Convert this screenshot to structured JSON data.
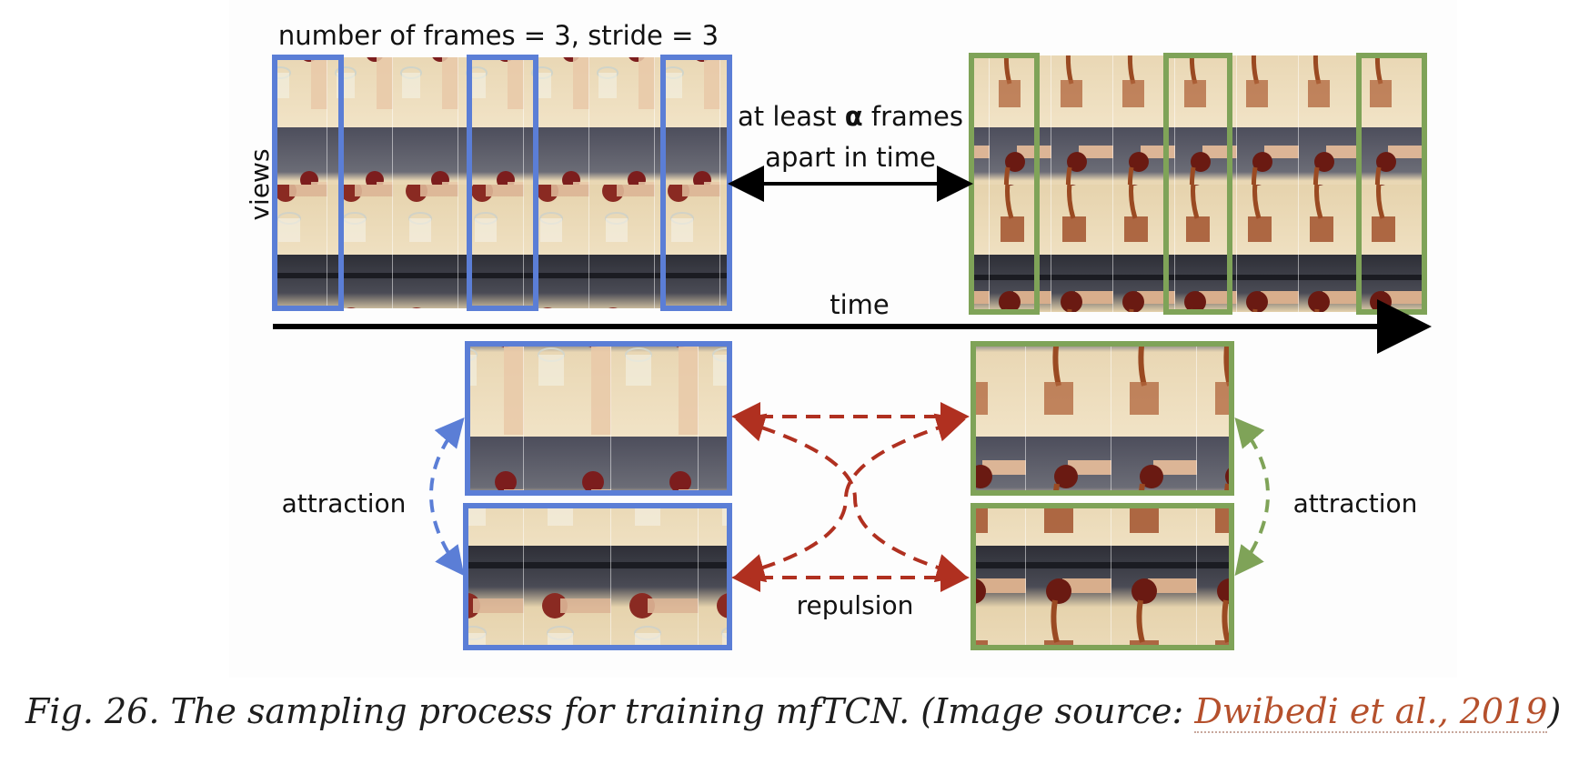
{
  "figure": {
    "top_label": "number of frames = 3, stride = 3",
    "views_label": "views",
    "gap_label_line1": "at least",
    "gap_label_alpha": "α",
    "gap_label_line1_end": "frames",
    "gap_label_line2": "apart in time",
    "time_label": "time",
    "attraction_left": "attraction",
    "attraction_right": "attraction",
    "repulsion_label": "repulsion",
    "colors": {
      "blue": "#5b7ed6",
      "green": "#7fa358",
      "red": "#b03020",
      "black": "#000000"
    }
  },
  "caption": {
    "prefix": "Fig. 26. The sampling process for training mfTCN. (Image source: ",
    "link_text": "Dwibedi et al., 2019",
    "suffix": ")"
  }
}
